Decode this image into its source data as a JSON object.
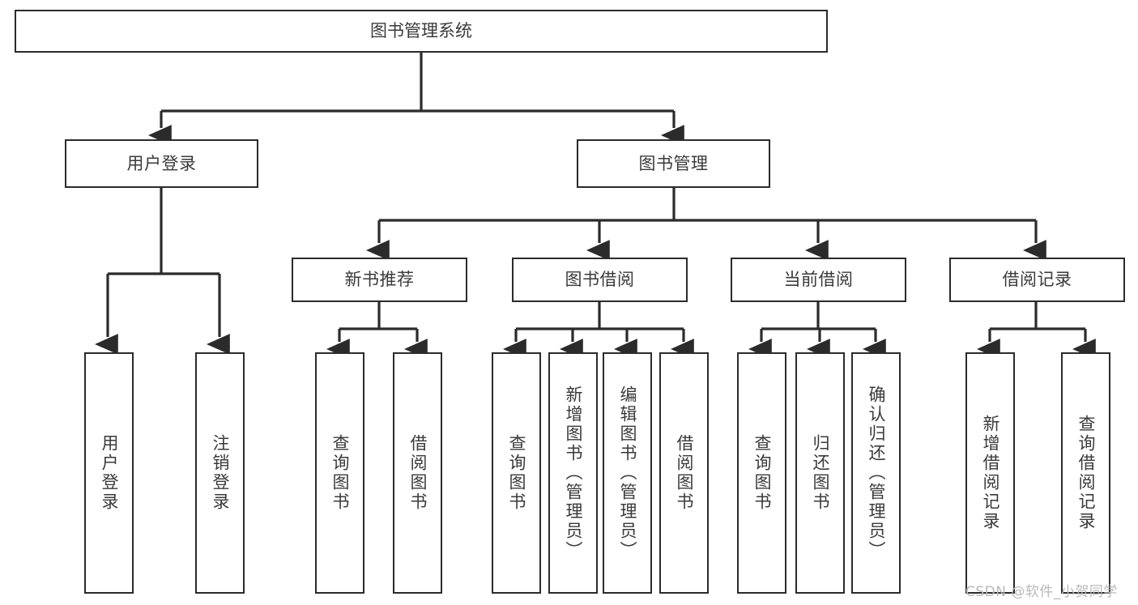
{
  "diagram": {
    "title": "图书管理系统",
    "type": "tree",
    "line_color": "#2b2b2b",
    "text_color": "#3a3a3a",
    "background": "#ffffff",
    "watermark": "CSDN @软件_小贺同学"
  },
  "nodes": {
    "root": {
      "label": "图书管理系统"
    },
    "level1": [
      {
        "id": "user-login",
        "label": "用户登录"
      },
      {
        "id": "book-manage",
        "label": "图书管理"
      }
    ],
    "level2": [
      {
        "id": "new-book-recommend",
        "label": "新书推荐"
      },
      {
        "id": "book-borrow",
        "label": "图书借阅"
      },
      {
        "id": "current-borrow",
        "label": "当前借阅"
      },
      {
        "id": "borrow-record",
        "label": "借阅记录"
      }
    ],
    "leaves": [
      {
        "id": "leaf-user-login",
        "label": "用户登录",
        "parent": "user-login"
      },
      {
        "id": "leaf-logout-login",
        "label": "注销登录",
        "parent": "user-login"
      },
      {
        "id": "leaf-query-book-1",
        "label": "查询图书",
        "parent": "new-book-recommend"
      },
      {
        "id": "leaf-borrow-book-1",
        "label": "借阅图书",
        "parent": "new-book-recommend"
      },
      {
        "id": "leaf-query-book-2",
        "label": "查询图书",
        "parent": "book-borrow"
      },
      {
        "id": "leaf-add-book",
        "label": "新增图书（管理员）",
        "parent": "book-borrow"
      },
      {
        "id": "leaf-edit-book",
        "label": "编辑图书（管理员）",
        "parent": "book-borrow"
      },
      {
        "id": "leaf-borrow-book-2",
        "label": "借阅图书",
        "parent": "book-borrow"
      },
      {
        "id": "leaf-query-book-3",
        "label": "查询图书",
        "parent": "current-borrow"
      },
      {
        "id": "leaf-return-book",
        "label": "归还图书",
        "parent": "current-borrow"
      },
      {
        "id": "leaf-confirm-return",
        "label": "确认归还（管理员）",
        "parent": "current-borrow"
      },
      {
        "id": "leaf-add-record",
        "label": "新增借阅记录",
        "parent": "borrow-record"
      },
      {
        "id": "leaf-query-record",
        "label": "查询借阅记录",
        "parent": "borrow-record"
      }
    ]
  }
}
